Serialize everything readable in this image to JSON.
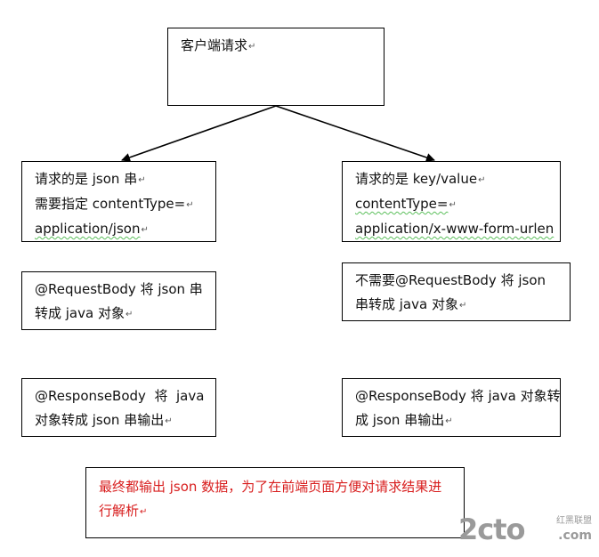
{
  "diagram": {
    "client": {
      "text": "客户端请求"
    },
    "left_request": {
      "line1": "请求的是 json 串",
      "line2": "需要指定 contentType=",
      "line3": "application/json"
    },
    "right_request": {
      "line1": "请求的是 key/value",
      "line2": "contentType=",
      "line3": "application/x-www-form-urlen"
    },
    "left_request_body": {
      "line1": "@RequestBody 将 json 串",
      "line2": "转成 java 对象"
    },
    "right_request_body": {
      "line1": "不需要@RequestBody 将 json",
      "line2": "串转成 java 对象"
    },
    "left_response_body": {
      "line1": "@ResponseBody  将  java",
      "line2": "对象转成 json 串输出"
    },
    "right_response_body": {
      "line1": "@ResponseBody 将 java 对象转",
      "line2": "成 json 串输出"
    },
    "result": {
      "text": "最终都输出 json 数据，为了在前端页面方便对请求结果进行解析",
      "color": "#d81e1e"
    },
    "paragraph_mark": "↵"
  },
  "watermark": {
    "main": "2cto",
    "sub": "红黑联盟",
    "domain": ".com"
  }
}
